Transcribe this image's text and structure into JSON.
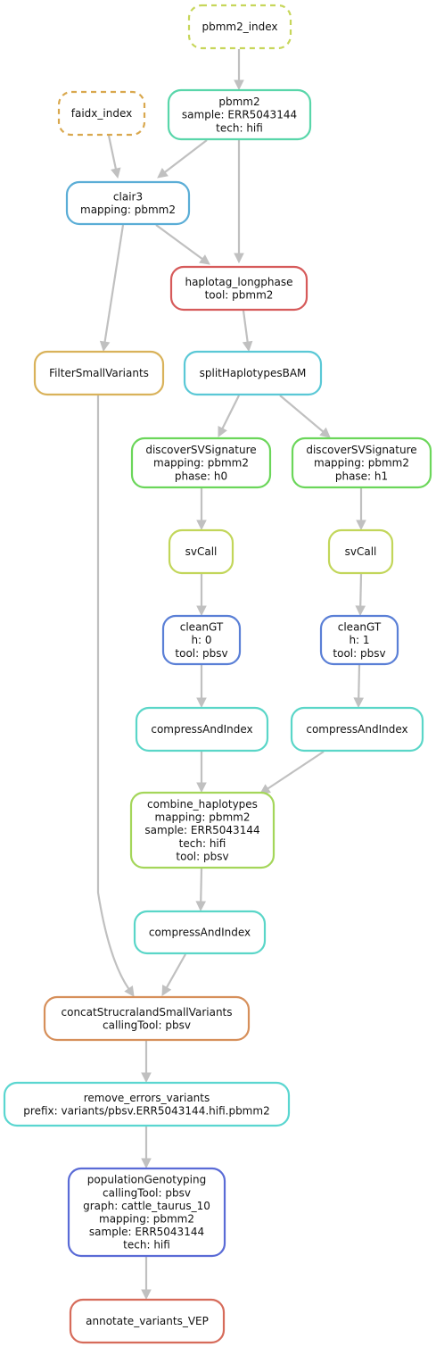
{
  "nodes": [
    {
      "id": "pbmm2_index",
      "lines": [
        "pbmm2_index"
      ],
      "color": "#c7d65a",
      "dashed": true
    },
    {
      "id": "faidx_index",
      "lines": [
        "faidx_index"
      ],
      "color": "#d9a84e",
      "dashed": true
    },
    {
      "id": "pbmm2",
      "lines": [
        "pbmm2",
        "sample: ERR5043144",
        "tech: hifi"
      ],
      "color": "#59d6aa",
      "dashed": false
    },
    {
      "id": "clair3",
      "lines": [
        "clair3",
        "mapping: pbmm2"
      ],
      "color": "#5aadd6",
      "dashed": false
    },
    {
      "id": "haplotag_longphase",
      "lines": [
        "haplotag_longphase",
        "tool: pbmm2"
      ],
      "color": "#d65a5a",
      "dashed": false
    },
    {
      "id": "FilterSmallVariants",
      "lines": [
        "FilterSmallVariants"
      ],
      "color": "#d9b25a",
      "dashed": false
    },
    {
      "id": "splitHaplotypesBAM",
      "lines": [
        "splitHaplotypesBAM"
      ],
      "color": "#5ac8d6",
      "dashed": false
    },
    {
      "id": "discoverSVSignature_h0",
      "lines": [
        "discoverSVSignature",
        "mapping: pbmm2",
        "phase: h0"
      ],
      "color": "#6bd65a",
      "dashed": false
    },
    {
      "id": "discoverSVSignature_h1",
      "lines": [
        "discoverSVSignature",
        "mapping: pbmm2",
        "phase: h1"
      ],
      "color": "#6bd65a",
      "dashed": false
    },
    {
      "id": "svCall_0",
      "lines": [
        "svCall"
      ],
      "color": "#c2d65a",
      "dashed": false
    },
    {
      "id": "svCall_1",
      "lines": [
        "svCall"
      ],
      "color": "#c2d65a",
      "dashed": false
    },
    {
      "id": "cleanGT_0",
      "lines": [
        "cleanGT",
        "h: 0",
        "tool: pbsv"
      ],
      "color": "#5a7fd6",
      "dashed": false
    },
    {
      "id": "cleanGT_1",
      "lines": [
        "cleanGT",
        "h: 1",
        "tool: pbsv"
      ],
      "color": "#5a7fd6",
      "dashed": false
    },
    {
      "id": "compressAndIndex_0",
      "lines": [
        "compressAndIndex"
      ],
      "color": "#5ad6c8",
      "dashed": false
    },
    {
      "id": "compressAndIndex_1",
      "lines": [
        "compressAndIndex"
      ],
      "color": "#5ad6c8",
      "dashed": false
    },
    {
      "id": "combine_haplotypes",
      "lines": [
        "combine_haplotypes",
        "mapping: pbmm2",
        "sample: ERR5043144",
        "tech: hifi",
        "tool: pbsv"
      ],
      "color": "#a4d65a",
      "dashed": false
    },
    {
      "id": "compressAndIndex_2",
      "lines": [
        "compressAndIndex"
      ],
      "color": "#5ad6c8",
      "dashed": false
    },
    {
      "id": "concatStrucralandSmallVariants",
      "lines": [
        "concatStrucralandSmallVariants",
        "callingTool: pbsv"
      ],
      "color": "#d68f5a",
      "dashed": false
    },
    {
      "id": "remove_errors_variants",
      "lines": [
        "remove_errors_variants",
        "prefix: variants/pbsv.ERR5043144.hifi.pbmm2"
      ],
      "color": "#5ad6d0",
      "dashed": false
    },
    {
      "id": "populationGenotyping",
      "lines": [
        "populationGenotyping",
        "callingTool: pbsv",
        "graph: cattle_taurus_10",
        "mapping: pbmm2",
        "sample: ERR5043144",
        "tech: hifi"
      ],
      "color": "#5a6bd6",
      "dashed": false
    },
    {
      "id": "annotate_variants_VEP",
      "lines": [
        "annotate_variants_VEP"
      ],
      "color": "#d66b5a",
      "dashed": false
    }
  ],
  "edges": [
    [
      "pbmm2_index",
      "pbmm2"
    ],
    [
      "pbmm2",
      "clair3"
    ],
    [
      "faidx_index",
      "clair3"
    ],
    [
      "pbmm2",
      "haplotag_longphase"
    ],
    [
      "clair3",
      "haplotag_longphase"
    ],
    [
      "clair3",
      "FilterSmallVariants"
    ],
    [
      "haplotag_longphase",
      "splitHaplotypesBAM"
    ],
    [
      "splitHaplotypesBAM",
      "discoverSVSignature_h0"
    ],
    [
      "splitHaplotypesBAM",
      "discoverSVSignature_h1"
    ],
    [
      "discoverSVSignature_h0",
      "svCall_0"
    ],
    [
      "discoverSVSignature_h1",
      "svCall_1"
    ],
    [
      "svCall_0",
      "cleanGT_0"
    ],
    [
      "svCall_1",
      "cleanGT_1"
    ],
    [
      "cleanGT_0",
      "compressAndIndex_0"
    ],
    [
      "cleanGT_1",
      "compressAndIndex_1"
    ],
    [
      "compressAndIndex_0",
      "combine_haplotypes"
    ],
    [
      "compressAndIndex_1",
      "combine_haplotypes"
    ],
    [
      "combine_haplotypes",
      "compressAndIndex_2"
    ],
    [
      "FilterSmallVariants",
      "concatStrucralandSmallVariants"
    ],
    [
      "compressAndIndex_2",
      "concatStrucralandSmallVariants"
    ],
    [
      "concatStrucralandSmallVariants",
      "remove_errors_variants"
    ],
    [
      "remove_errors_variants",
      "populationGenotyping"
    ],
    [
      "populationGenotyping",
      "annotate_variants_VEP"
    ]
  ]
}
